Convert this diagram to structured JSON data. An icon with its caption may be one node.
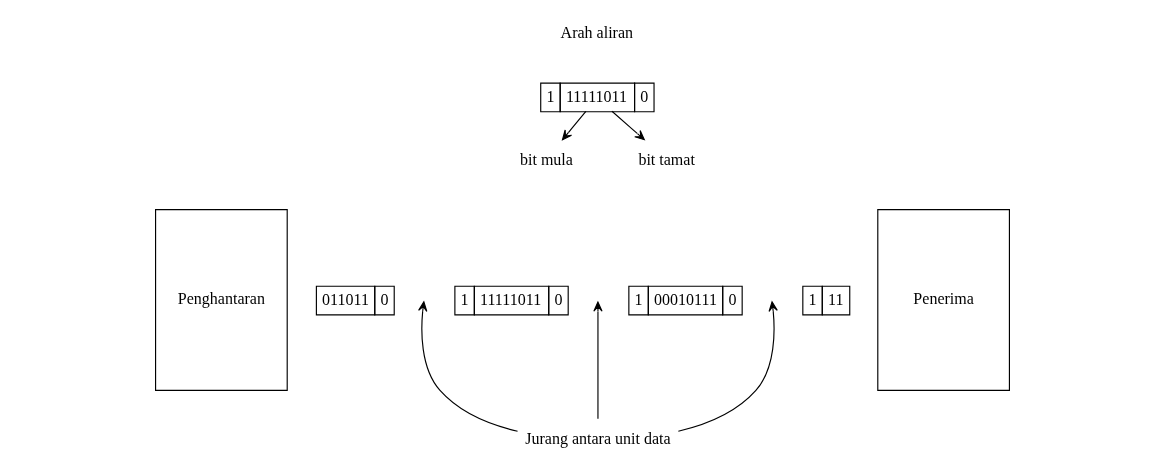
{
  "diagram": {
    "nodes": [
      {
        "text": [
          "Penghantaran"
        ]
      },
      {
        "text": [
          "011011",
          "0"
        ]
      },
      {
        "text": [
          "1",
          "11111011",
          "0"
        ]
      },
      {
        "text": [
          "1",
          "00010111",
          "0"
        ]
      },
      {
        "text": [
          "1",
          "11"
        ]
      },
      {
        "text": [
          "Penerima"
        ]
      },
      {
        "text": [
          "1",
          "11111011",
          "0"
        ]
      },
      {
        "text": [
          "bit mula"
        ]
      },
      {
        "text": [
          "bit tamat"
        ]
      },
      {
        "text": [
          "Jurang antara unit data"
        ]
      }
    ],
    "edges": [
      {
        "from": 6,
        "to": 7,
        "arrow": "to"
      },
      {
        "from": 6,
        "to": 8,
        "arrow": "to"
      },
      {
        "from": 9,
        "to": null,
        "arrow": "to"
      },
      {
        "from": 9,
        "to": null,
        "arrow": "to"
      },
      {
        "from": 9,
        "to": null,
        "arrow": "to"
      }
    ],
    "labels": [
      "Arah aliran"
    ]
  }
}
